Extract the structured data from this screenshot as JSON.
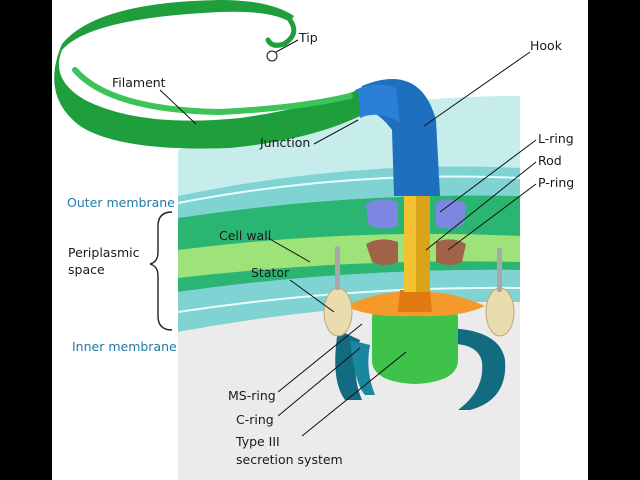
{
  "colors": {
    "panel": "#ffffff",
    "outside_bg": "#000000",
    "extracellular": "#c6ecec",
    "membrane_outer": "#7fd3d3",
    "periplasm": "#2bb573",
    "cell_wall": "#9ee27a",
    "cytoplasm": "#e8e8e8",
    "filament": "#1f9e3c",
    "hook": "#1f6fbf",
    "rod": "#f2c230",
    "l_ring": "#7d86e0",
    "p_ring": "#a0634a",
    "stator": "#e9dcae",
    "ms_ring": "#f59a2a",
    "c_ring": "#126b7e",
    "type3": "#3fc24a",
    "label_blue": "#1f7aa6"
  },
  "labels": {
    "tip": "Tip",
    "filament": "Filament",
    "hook": "Hook",
    "junction": "Junction",
    "l_ring": "L-ring",
    "rod": "Rod",
    "p_ring": "P-ring",
    "outer_membrane": "Outer membrane",
    "periplasmic_line1": "Periplasmic",
    "periplasmic_line2": "space",
    "cell_wall": "Cell wall",
    "stator": "Stator",
    "inner_membrane": "Inner membrane",
    "ms_ring": "MS-ring",
    "c_ring": "C-ring",
    "type3_line1": "Type III",
    "type3_line2": "secretion system"
  }
}
